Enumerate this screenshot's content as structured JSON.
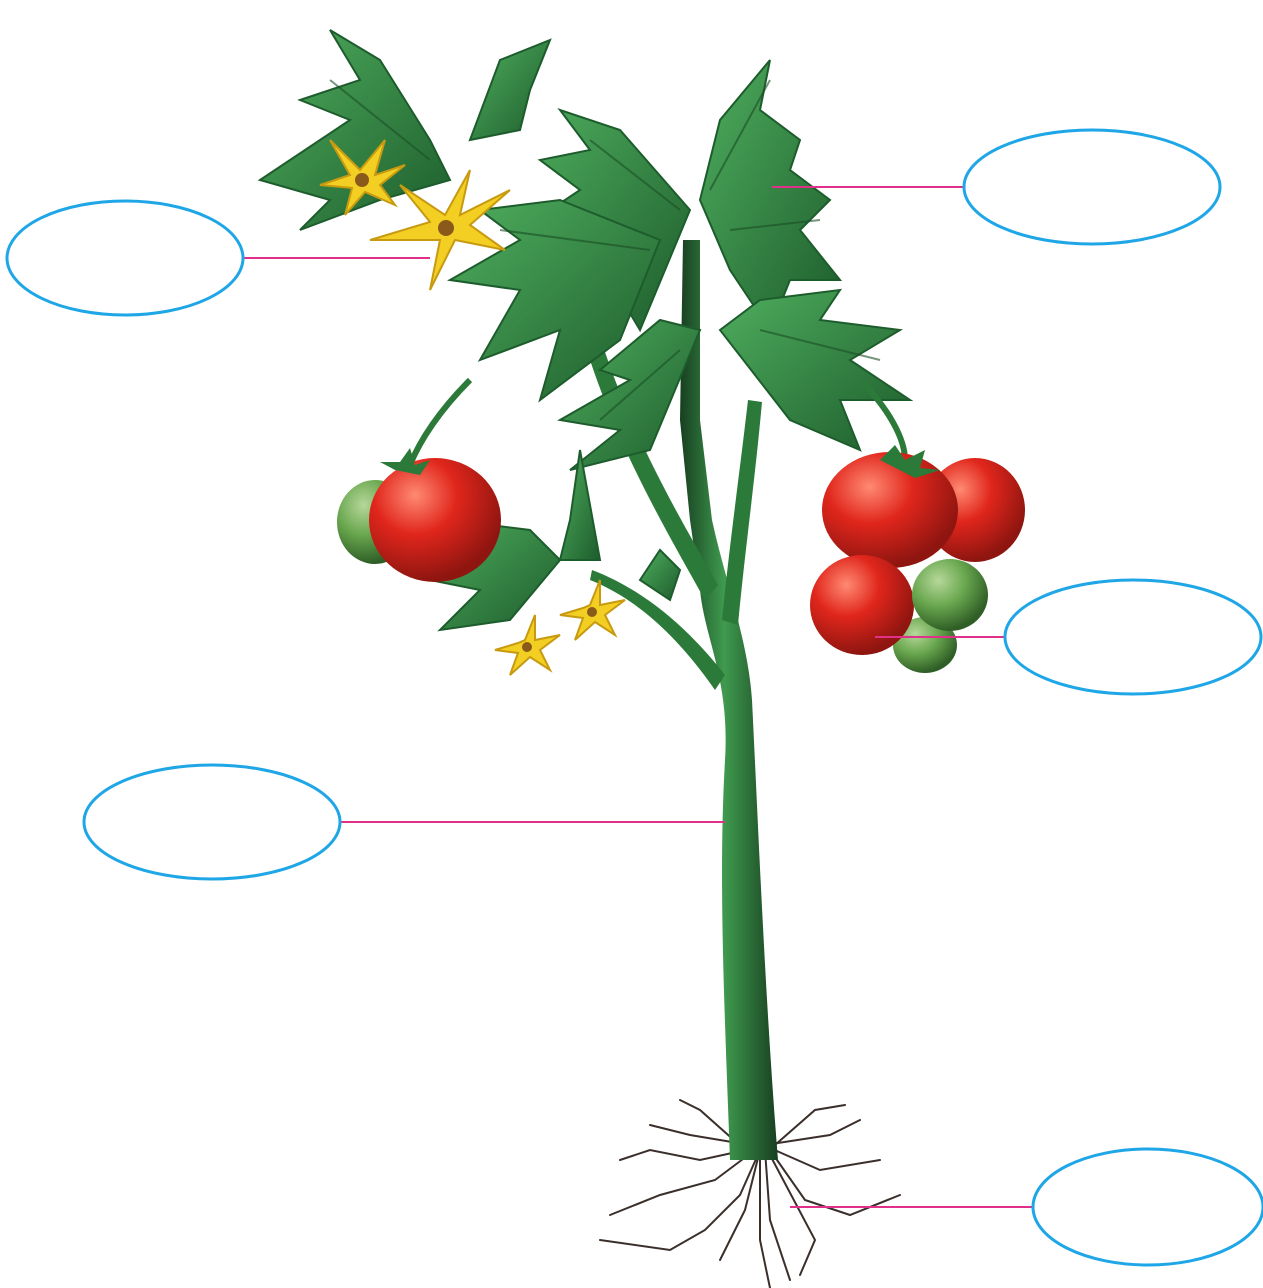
{
  "diagram": {
    "subject": "tomato-plant",
    "label_boxes": [
      {
        "id": "flower",
        "text": ""
      },
      {
        "id": "leaf",
        "text": ""
      },
      {
        "id": "fruit",
        "text": ""
      },
      {
        "id": "stem",
        "text": ""
      },
      {
        "id": "root",
        "text": ""
      }
    ]
  },
  "colors": {
    "background": "#ffffff",
    "label_outline": "#1fa6e6",
    "leader_line": "#e0308a",
    "leaf": "#2f8a45",
    "leaf_dark": "#1d5c2c",
    "stem": "#2c7a3a",
    "stem_dark": "#173f20",
    "tomato_red": "#e0261c",
    "tomato_green": "#6aa84f",
    "flower": "#f2cf22",
    "root": "#3a2f2a"
  }
}
